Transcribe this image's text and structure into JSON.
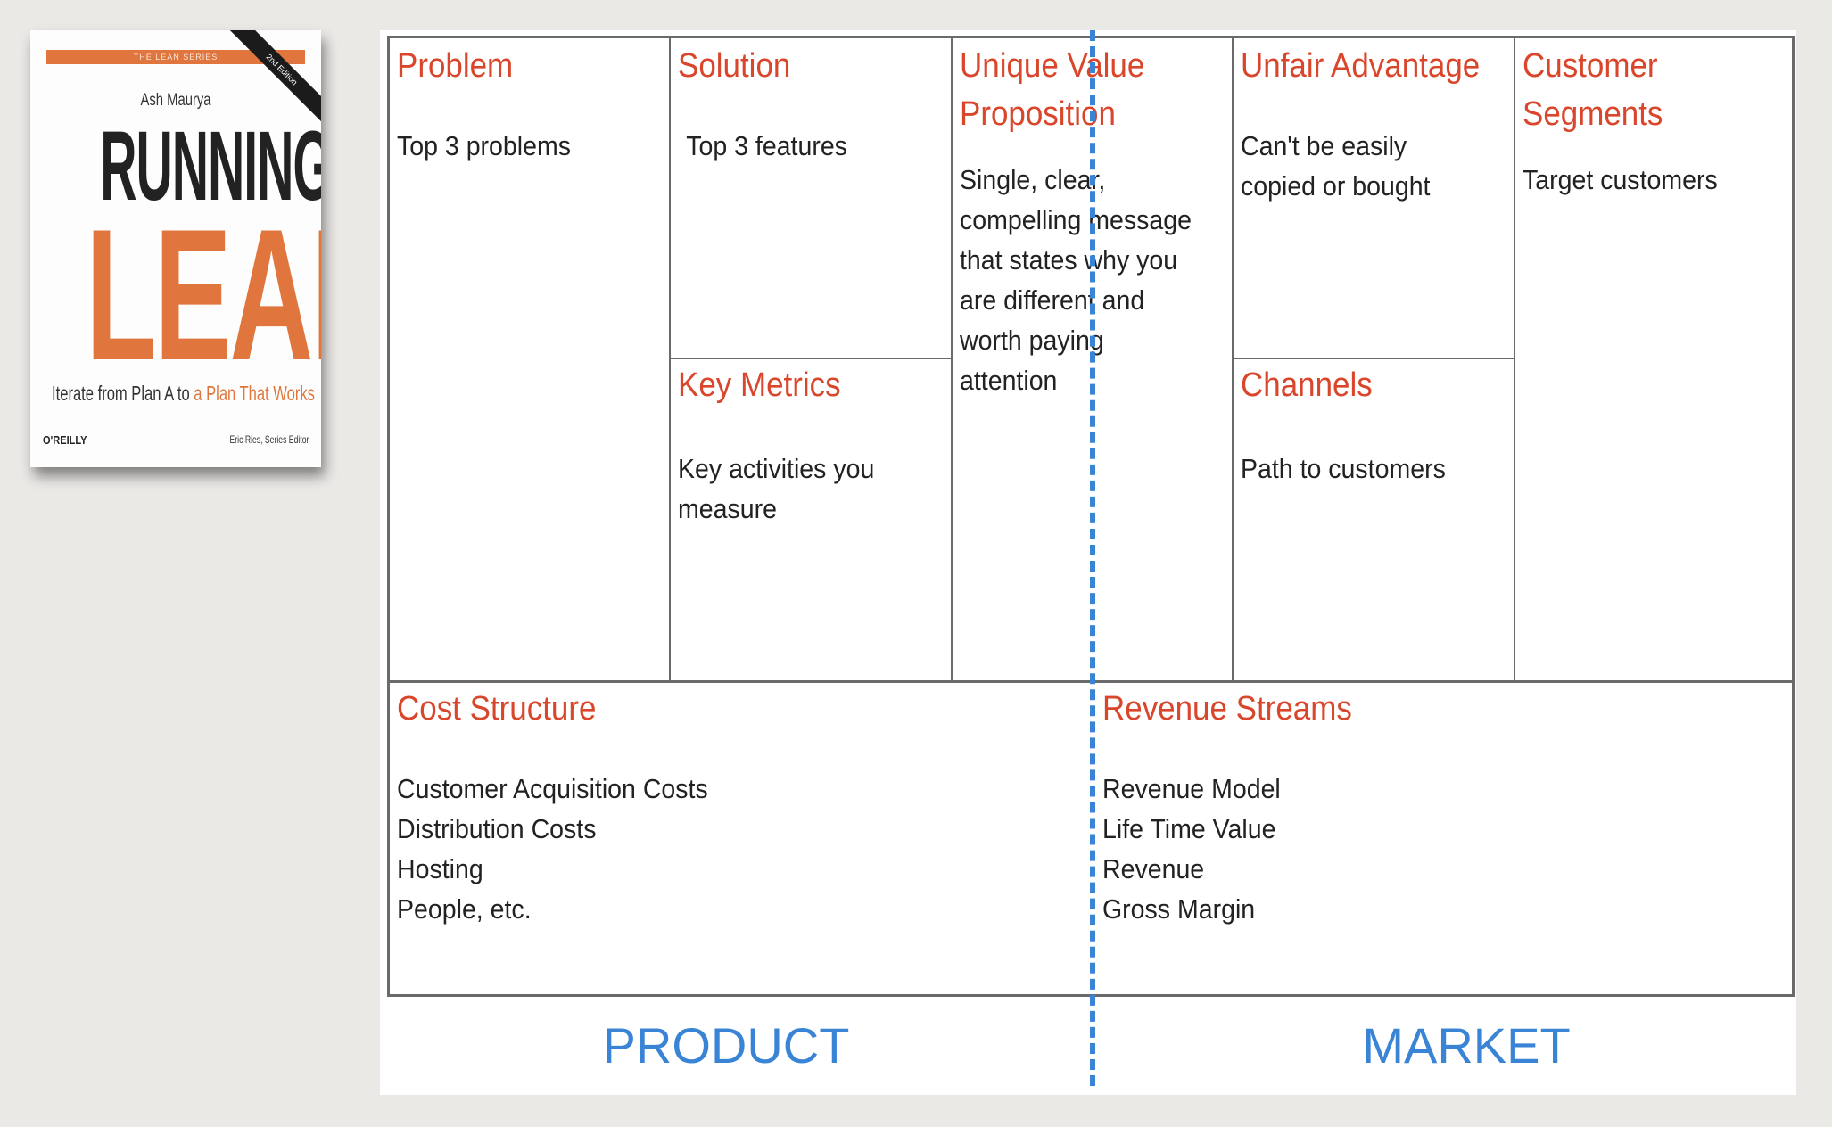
{
  "book": {
    "series": "The Lean Series",
    "edition": "2nd Edition",
    "author": "Ash Maurya",
    "title_line1": "RUNNING",
    "title_line2": "LEAN",
    "subtitle_plain": "Iterate from Plan A to",
    "subtitle_accent": "a Plan That Works",
    "publisher": "O'REILLY",
    "editor": "Eric Ries, Series Editor"
  },
  "canvas": {
    "problem": {
      "title": "Problem",
      "body": "Top 3 problems"
    },
    "solution": {
      "title": "Solution",
      "body": "Top 3 features"
    },
    "key_metrics": {
      "title": "Key Metrics",
      "body": "Key activities you\nmeasure"
    },
    "uvp": {
      "title": "Unique Value\nProposition",
      "body": "Single, clear,\ncompelling message\nthat states why you\nare different and\nworth paying\nattention"
    },
    "unfair_advantage": {
      "title": "Unfair Advantage",
      "body": "Can't be easily\ncopied or bought"
    },
    "channels": {
      "title": "Channels",
      "body": "Path to customers"
    },
    "customer_segments": {
      "title": "Customer\nSegments",
      "body": "Target customers"
    },
    "cost_structure": {
      "title": "Cost Structure",
      "body": "Customer Acquisition Costs\nDistribution Costs\nHosting\nPeople, etc."
    },
    "revenue_streams": {
      "title": "Revenue Streams",
      "body": "Revenue Model\nLife Time Value\nRevenue\nGross Margin"
    }
  },
  "footer": {
    "left": "PRODUCT",
    "right": "MARKET"
  },
  "colors": {
    "title_red": "#d9462b",
    "divider_blue": "#3a84d6",
    "book_orange": "#e0763d"
  }
}
